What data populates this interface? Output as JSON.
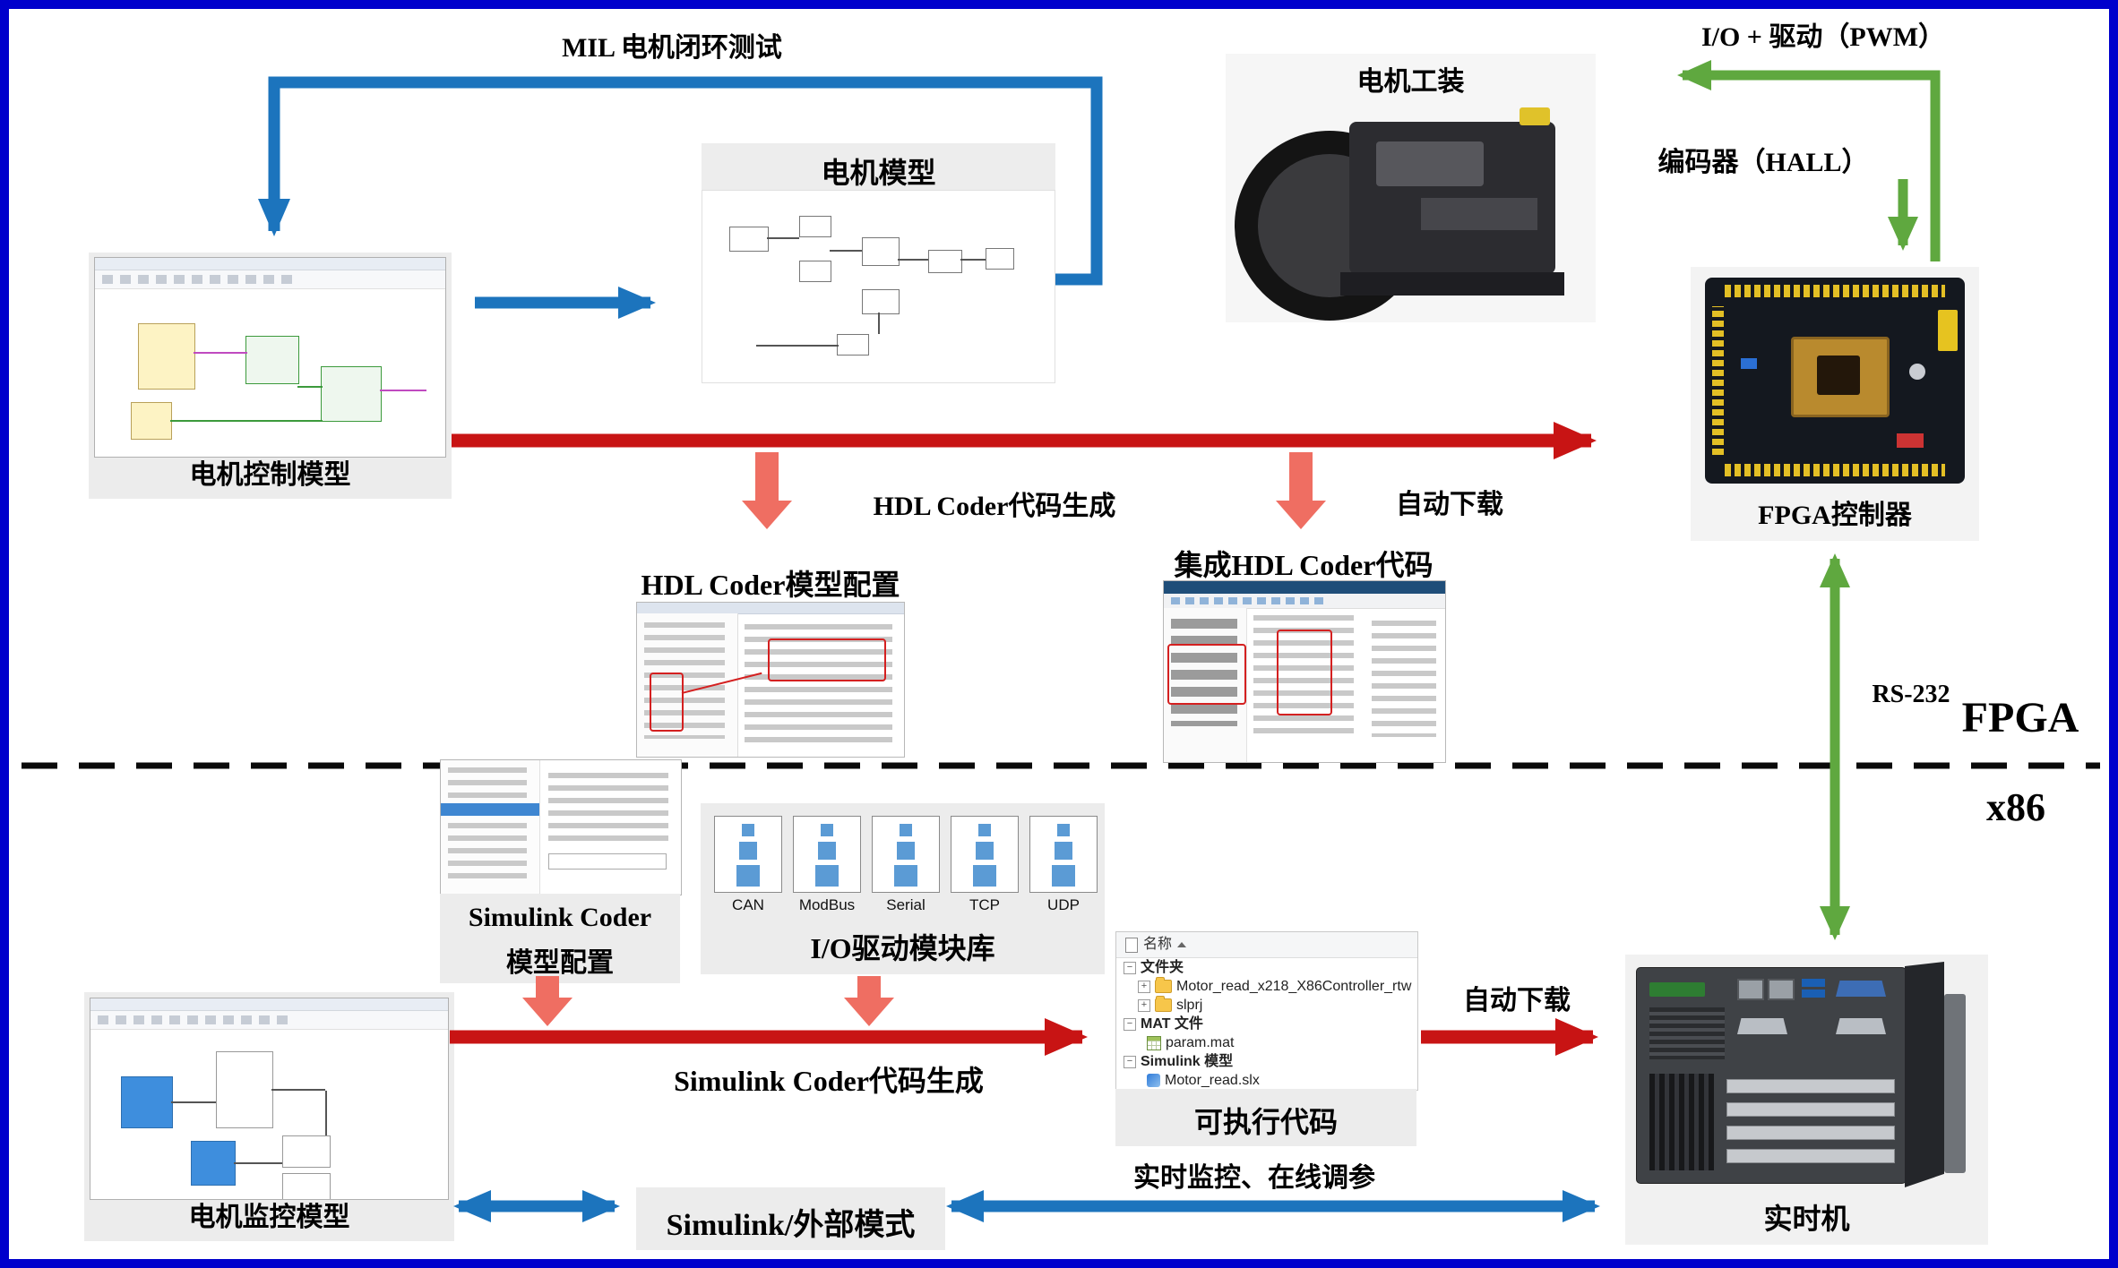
{
  "colors": {
    "frame": "#0000cc",
    "arrow_blue": "#1c74bd",
    "arrow_red": "#c81414",
    "arrow_salmon": "#ef6e62",
    "arrow_green": "#5fa83f",
    "panel_gray": "#ececec"
  },
  "labels": {
    "mil_test": "MIL 电机闭环测试",
    "io_pwm": "I/O + 驱动（PWM）",
    "encoder_hall": "编码器（HALL）",
    "hdl_codegen": "HDL Coder代码生成",
    "auto_download_top": "自动下载",
    "rs232": "RS-232",
    "zone_fpga": "FPGA",
    "zone_x86": "x86",
    "simulink_codegen": "Simulink Coder代码生成",
    "auto_download_bottom": "自动下载",
    "realtime_monitor": "实时监控、在线调参"
  },
  "panels": {
    "motor_control": {
      "caption": "电机控制模型"
    },
    "motor_model": {
      "title": "电机模型"
    },
    "motor_fixture": {
      "title": "电机工装"
    },
    "fpga": {
      "caption": "FPGA控制器"
    },
    "hdl_config": {
      "title": "HDL Coder模型配置"
    },
    "integrated_hdl": {
      "title": "集成HDL Coder代码"
    },
    "simulink_coder_config": {
      "line1": "Simulink Coder",
      "line2": "模型配置"
    },
    "io_lib": {
      "caption": "I/O驱动模块库",
      "blocks": [
        "CAN",
        "ModBus",
        "Serial",
        "TCP",
        "UDP"
      ]
    },
    "motor_monitor": {
      "caption": "电机监控模型"
    },
    "executable": {
      "header": "名称",
      "groups": [
        {
          "label": "文件夹",
          "items": [
            "Motor_read_x218_X86Controller_rtw",
            "slprj"
          ]
        },
        {
          "label": "MAT 文件",
          "items": [
            "param.mat"
          ]
        },
        {
          "label": "Simulink 模型",
          "items": [
            "Motor_read.slx"
          ]
        }
      ],
      "caption": "可执行代码"
    },
    "realtime": {
      "caption": "实时机"
    },
    "external_mode": {
      "label": "Simulink/外部模式"
    }
  }
}
